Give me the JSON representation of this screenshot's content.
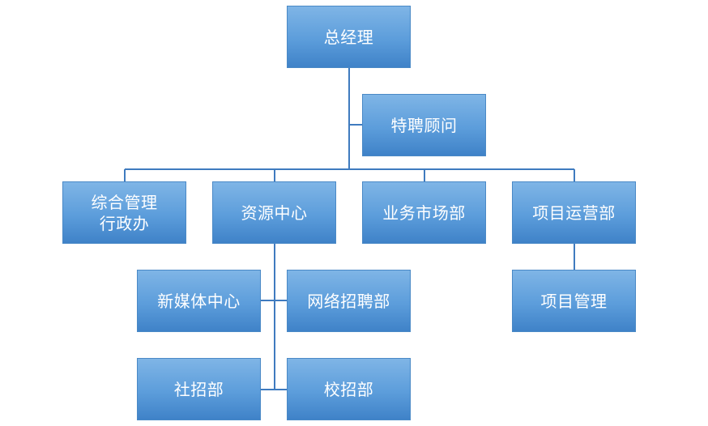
{
  "org_chart": {
    "ceo": "总经理",
    "advisor": "特聘顾问",
    "dept_admin": {
      "line1": "综合管理",
      "line2": "行政办"
    },
    "dept_resource": "资源中心",
    "dept_business": "业务市场部",
    "dept_project_ops": "项目运营部",
    "sub_new_media": "新媒体中心",
    "sub_online_recruit": "网络招聘部",
    "sub_social_recruit": "社招部",
    "sub_campus_recruit": "校招部",
    "sub_project_mgmt": "项目管理"
  },
  "colors": {
    "node_fill": "#5c9ddb",
    "node_border": "#4a89c6",
    "connector": "#3f7bbf",
    "text": "#ffffff"
  }
}
